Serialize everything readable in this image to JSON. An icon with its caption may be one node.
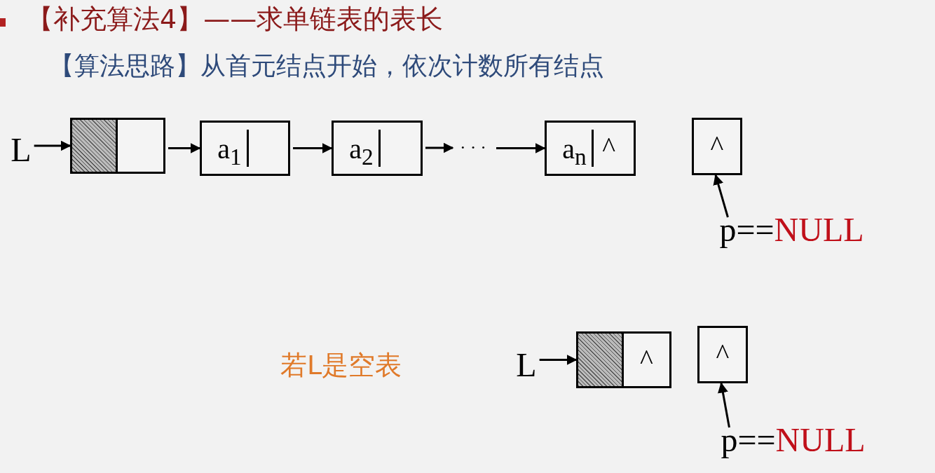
{
  "diagram": {
    "title": "【补充算法4】——求单链表的表长",
    "nodes": [
      {
        "text": [
          "L"
        ]
      },
      {
        "text": [],
        "shape": "box"
      },
      {
        "text": [
          "a$_{1}$"
        ]
      },
      {
        "text": [
          "a$_{2}$"
        ]
      },
      {
        "text": [
          "···"
        ]
      },
      {
        "text": [
          "a$_{n}$",
          "^"
        ]
      },
      {
        "text": [
          "^"
        ]
      },
      {
        "text": [
          "p==",
          "NULL"
        ]
      },
      {
        "text": [
          "L"
        ]
      },
      {
        "text": [
          "^"
        ]
      },
      {
        "text": [
          "^"
        ]
      },
      {
        "text": [
          "p==",
          "NULL"
        ]
      }
    ],
    "edges": [
      {
        "from": 0,
        "to": 1,
        "arrow": "to"
      },
      {
        "from": 1,
        "to": 2,
        "arrow": "to"
      },
      {
        "from": 2,
        "to": 3,
        "arrow": "to"
      },
      {
        "from": 3,
        "to": 4,
        "arrow": "to"
      },
      {
        "from": 4,
        "to": 5,
        "arrow": "to"
      },
      {
        "from": 7,
        "to": 6,
        "arrow": "to"
      },
      {
        "from": 8,
        "to": 9,
        "arrow": "to"
      },
      {
        "from": 11,
        "to": 10,
        "arrow": "to"
      }
    ],
    "labels": [
      "【算法思路】从首元结点开始，依次计数所有结点",
      "若L是空表"
    ]
  }
}
